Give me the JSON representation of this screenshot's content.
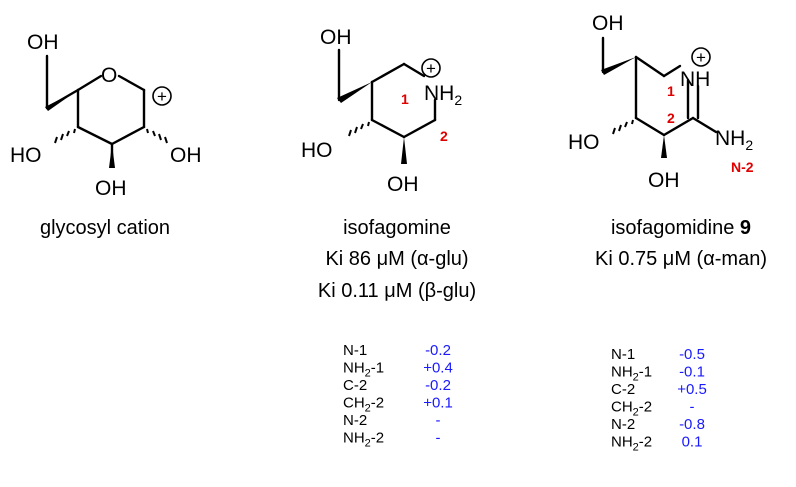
{
  "colors": {
    "ink": "#000000",
    "value": "#1a1aff",
    "position_label": "#e00000"
  },
  "molecules": {
    "glycosyl": {
      "atoms": {
        "oh_top": "OH",
        "ring_o": "O",
        "ho_left": "HO",
        "oh_right": "OH",
        "oh_bottom": "OH"
      },
      "charge": "+",
      "caption": "glycosyl cation"
    },
    "isofagomine": {
      "atoms": {
        "oh_top": "OH",
        "nh": "NH",
        "nh_sub": "2",
        "ho_left": "HO",
        "oh_bottom": "OH"
      },
      "charge": "+",
      "pos_labels": {
        "n1": "1",
        "c2": "2"
      },
      "caption": "isofagomine",
      "ki_lines": [
        "Ki 86 μM (α-glu)",
        "Ki 0.11 μM (β-glu)"
      ]
    },
    "isofagomidine": {
      "atoms": {
        "oh_top": "OH",
        "nh": "NH",
        "nh2": "NH",
        "nh2_sub": "2",
        "ho_left": "HO",
        "oh_bottom": "OH"
      },
      "charge": "+",
      "pos_labels": {
        "n1": "1",
        "c2": "2",
        "n2": "N-2"
      },
      "caption": "isofagomidine ",
      "caption_number": "9",
      "ki_lines": [
        "Ki 0.75 μM (α-man)"
      ]
    }
  },
  "tables": {
    "isofagomine": [
      {
        "label": "N-1",
        "sub": "",
        "suffix": "",
        "value": "-0.2"
      },
      {
        "label": "NH",
        "sub": "2",
        "suffix": "-1",
        "value": "+0.4"
      },
      {
        "label": "C-2",
        "sub": "",
        "suffix": "",
        "value": "-0.2"
      },
      {
        "label": "CH",
        "sub": "2",
        "suffix": "-2",
        "value": "+0.1"
      },
      {
        "label": "N-2",
        "sub": "",
        "suffix": "",
        "value": "-"
      },
      {
        "label": "NH",
        "sub": "2",
        "suffix": "-2",
        "value": "-"
      }
    ],
    "isofagomidine": [
      {
        "label": "N-1",
        "sub": "",
        "suffix": "",
        "value": "-0.5"
      },
      {
        "label": "NH",
        "sub": "2",
        "suffix": "-1",
        "value": "-0.1"
      },
      {
        "label": "C-2",
        "sub": "",
        "suffix": "",
        "value": "+0.5"
      },
      {
        "label": "CH",
        "sub": "2",
        "suffix": "-2",
        "value": "-"
      },
      {
        "label": "N-2",
        "sub": "",
        "suffix": "",
        "value": "-0.8"
      },
      {
        "label": "NH",
        "sub": "2",
        "suffix": "-2",
        "value": "0.1"
      }
    ]
  }
}
